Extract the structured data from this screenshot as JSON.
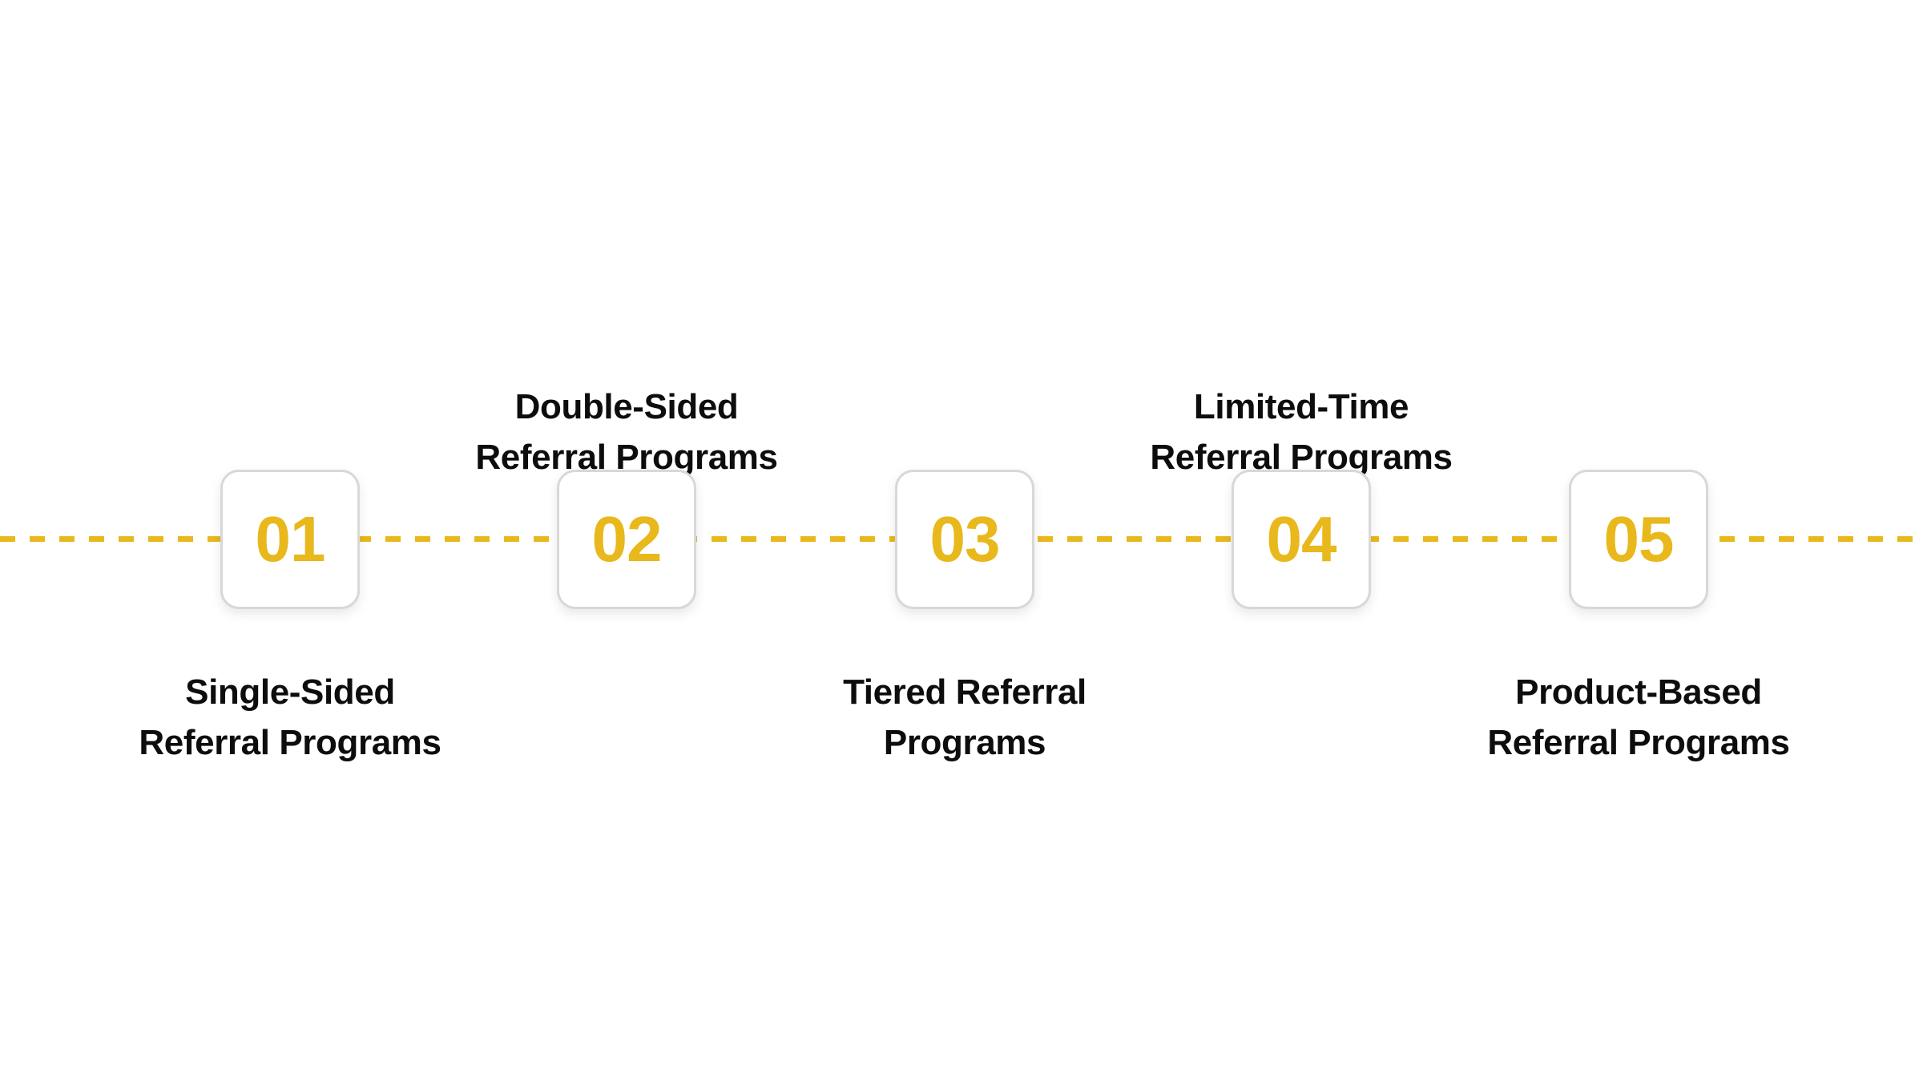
{
  "diagram": {
    "type": "horizontal-dashed-timeline",
    "title_text_visible": false,
    "background_color": "#ffffff",
    "accent_color": "#e8b81c",
    "card_border_color": "#d8d8d8",
    "label_color": "#0d0d0d",
    "connector": {
      "style": "dashed",
      "color": "#e8b81c",
      "orientation": "horizontal"
    },
    "steps": [
      {
        "number": "01",
        "label_line1": "Single-Sided",
        "label_line2": "Referral Programs",
        "label_position": "below"
      },
      {
        "number": "02",
        "label_line1": "Double-Sided",
        "label_line2": "Referral Programs",
        "label_position": "above"
      },
      {
        "number": "03",
        "label_line1": "Tiered Referral",
        "label_line2": "Programs",
        "label_position": "below"
      },
      {
        "number": "04",
        "label_line1": "Limited-Time",
        "label_line2": "Referral Programs",
        "label_position": "above"
      },
      {
        "number": "05",
        "label_line1": "Product-Based",
        "label_line2": "Referral Programs",
        "label_position": "below"
      }
    ]
  }
}
